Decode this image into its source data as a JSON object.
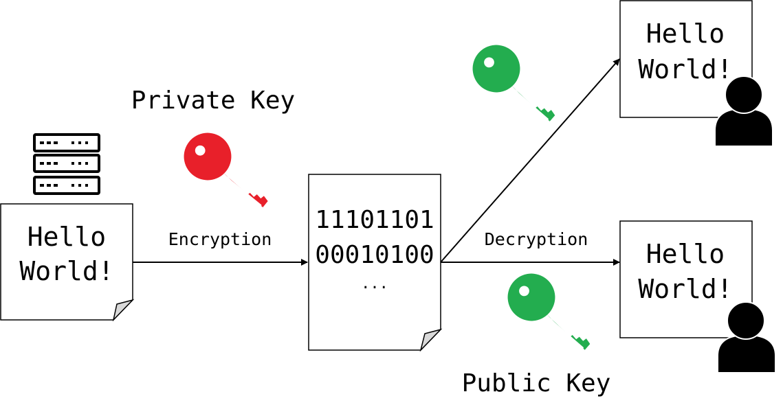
{
  "labels": {
    "private_key": "Private Key",
    "public_key": "Public Key",
    "encryption": "Encryption",
    "decryption": "Decryption"
  },
  "source_document": {
    "line1": "Hello",
    "line2": "World!"
  },
  "cipher_document": {
    "line1": "11101101",
    "line2": "00010100",
    "line3": "..."
  },
  "recipient_top": {
    "line1": "Hello",
    "line2": "World!"
  },
  "recipient_bottom": {
    "line1": "Hello",
    "line2": "World!"
  },
  "colors": {
    "private_key": "#e8202a",
    "public_key": "#23ad4f",
    "stroke": "#000000",
    "paper_fold": "#d9d9d9"
  },
  "icons": {
    "server": "server-icon",
    "private_key": "red-key-icon",
    "public_key": "green-key-icon",
    "user": "user-icon"
  }
}
